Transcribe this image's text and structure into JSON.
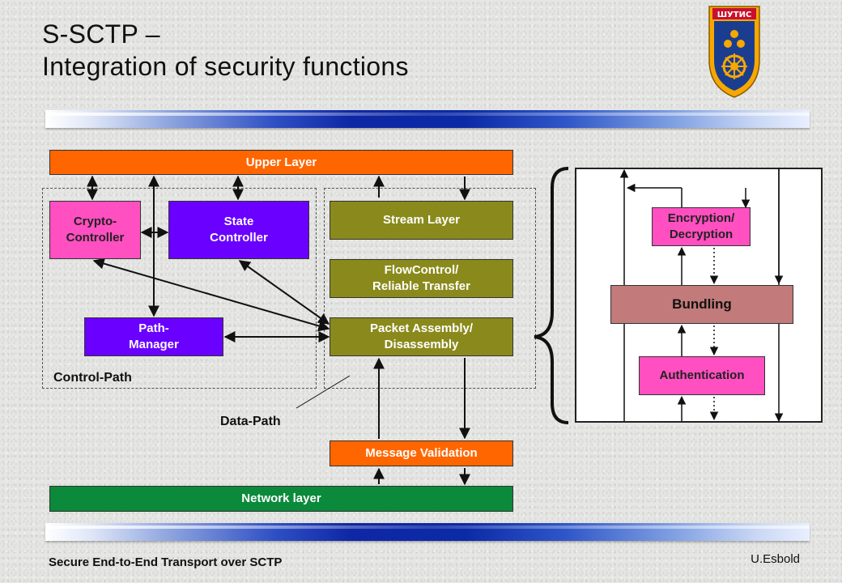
{
  "title": {
    "line1": "S-SCTP –",
    "line2": "Integration of security functions"
  },
  "logo": {
    "text": "ШУТИС",
    "colors": {
      "shield_outer": "#f7a800",
      "shield_inner": "#1b3d8f",
      "accent": "#c8102e"
    }
  },
  "diagram": {
    "upper_layer": "Upper Layer",
    "crypto_controller": "Crypto-\nController",
    "state_controller": "State\nController",
    "path_manager": "Path-\nManager",
    "control_path_label": "Control-Path",
    "stream_layer": "Stream Layer",
    "flowcontrol": "FlowControl/\nReliable Transfer",
    "packet_assembly": "Packet Assembly/\nDisassembly",
    "data_path_label": "Data-Path",
    "message_validation": "Message Validation",
    "network_layer": "Network layer",
    "encryption": "Encryption/\nDecryption",
    "bundling": "Bundling",
    "authentication": "Authentication"
  },
  "footer": {
    "left": "Secure End-to-End Transport over SCTP",
    "right": "U.Esbold"
  }
}
